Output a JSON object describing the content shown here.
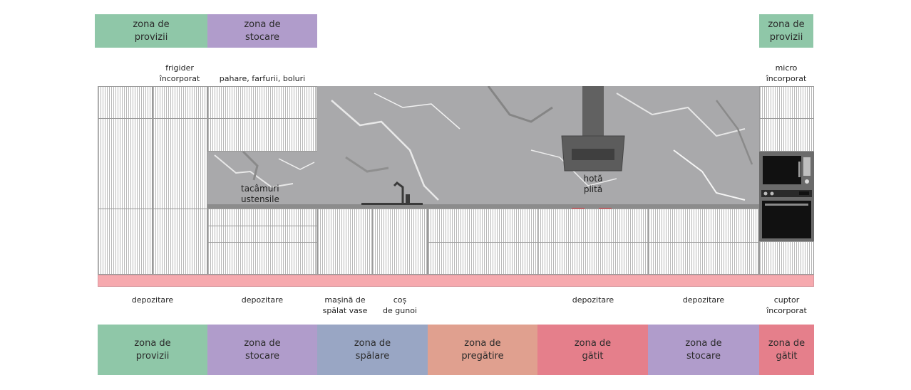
{
  "top_zones": [
    {
      "text": "zona de\nprovizii",
      "color": "#8fc7a8"
    },
    {
      "text": "zona de\nstocare",
      "color": "#b09ccb"
    },
    {
      "text": "zona de\nprovizii",
      "color": "#8fc7a8"
    }
  ],
  "top_labels": {
    "fridge": "frigider\nîncorporat",
    "dishes": "pahare, farfurii, boluri",
    "micro": "micro\nîncorporat"
  },
  "wall_labels": {
    "cutlery": "tacâmuri\nustensile",
    "hood": "hotă\nplită"
  },
  "bottom_labels": [
    "depozitare",
    "depozitare",
    "mașină de\nspălat vase",
    "coș\nde gunoi",
    "depozitare",
    "depozitare",
    "cuptor\nîncorporat"
  ],
  "bottom_zones": [
    {
      "text": "zona de\nprovizii",
      "color": "#8fc7a8"
    },
    {
      "text": "zona de\nstocare",
      "color": "#b09ccb"
    },
    {
      "text": "zona de\nspălare",
      "color": "#99a6c4"
    },
    {
      "text": "zona de\npregătire",
      "color": "#e0a08f"
    },
    {
      "text": "zona de\ngătit",
      "color": "#e57f8b"
    },
    {
      "text": "zona de\nstocare",
      "color": "#b09ccb"
    },
    {
      "text": "zona de\ngătit",
      "color": "#e57f8b"
    }
  ],
  "icons": [
    "faucet-icon",
    "cooktop-icon",
    "range-hood-icon",
    "microwave-icon",
    "oven-icon"
  ]
}
